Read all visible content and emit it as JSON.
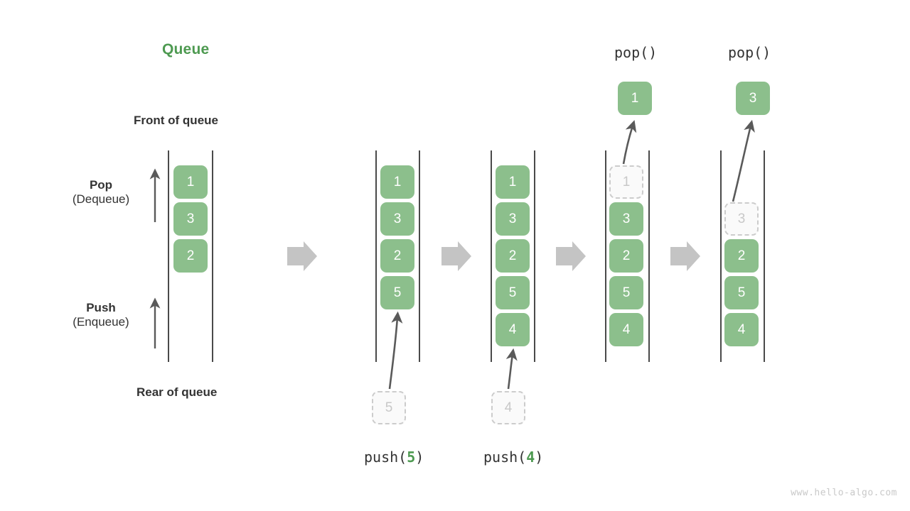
{
  "title": "Queue",
  "labels": {
    "front": "Front of queue",
    "rear": "Rear of queue"
  },
  "operations": {
    "pop": {
      "name": "Pop",
      "alias": "(Dequeue)"
    },
    "push": {
      "name": "Push",
      "alias": "(Enqueue)"
    }
  },
  "colors": {
    "accent_green": "#4e9a51",
    "element_fill": "#8cbf8c",
    "element_text": "#ffffff",
    "ghost_fill": "#fafafa",
    "ghost_border": "#cccccc",
    "ghost_text": "#c8c8c8",
    "rail": "#4a4a4a",
    "step_arrow": "#c4c4c4",
    "text": "#333333",
    "watermark": "#c9c9c9"
  },
  "stages": [
    {
      "id": "stage-initial",
      "caption": "",
      "elements": [
        "1",
        "3",
        "2"
      ],
      "ghost_slot": null,
      "incoming": null,
      "outgoing": null
    },
    {
      "id": "stage-push-5",
      "caption_prefix": "push(",
      "caption_value": "5",
      "caption_suffix": ")",
      "elements": [
        "1",
        "3",
        "2",
        "5"
      ],
      "ghost_slot": null,
      "incoming": "5",
      "outgoing": null
    },
    {
      "id": "stage-push-4",
      "caption_prefix": "push(",
      "caption_value": "4",
      "caption_suffix": ")",
      "elements": [
        "1",
        "3",
        "2",
        "5",
        "4"
      ],
      "ghost_slot": null,
      "incoming": "4",
      "outgoing": null
    },
    {
      "id": "stage-pop-1",
      "caption": "pop()",
      "elements": [
        "3",
        "2",
        "5",
        "4"
      ],
      "ghost_slot": "1",
      "incoming": null,
      "outgoing": "1"
    },
    {
      "id": "stage-pop-3",
      "caption": "pop()",
      "elements": [
        "2",
        "5",
        "4"
      ],
      "ghost_slot": "3",
      "incoming": null,
      "outgoing": "3"
    }
  ],
  "step_arrows": [
    "step-arrow-1",
    "step-arrow-2",
    "step-arrow-3",
    "step-arrow-4"
  ],
  "watermark": "www.hello-algo.com"
}
